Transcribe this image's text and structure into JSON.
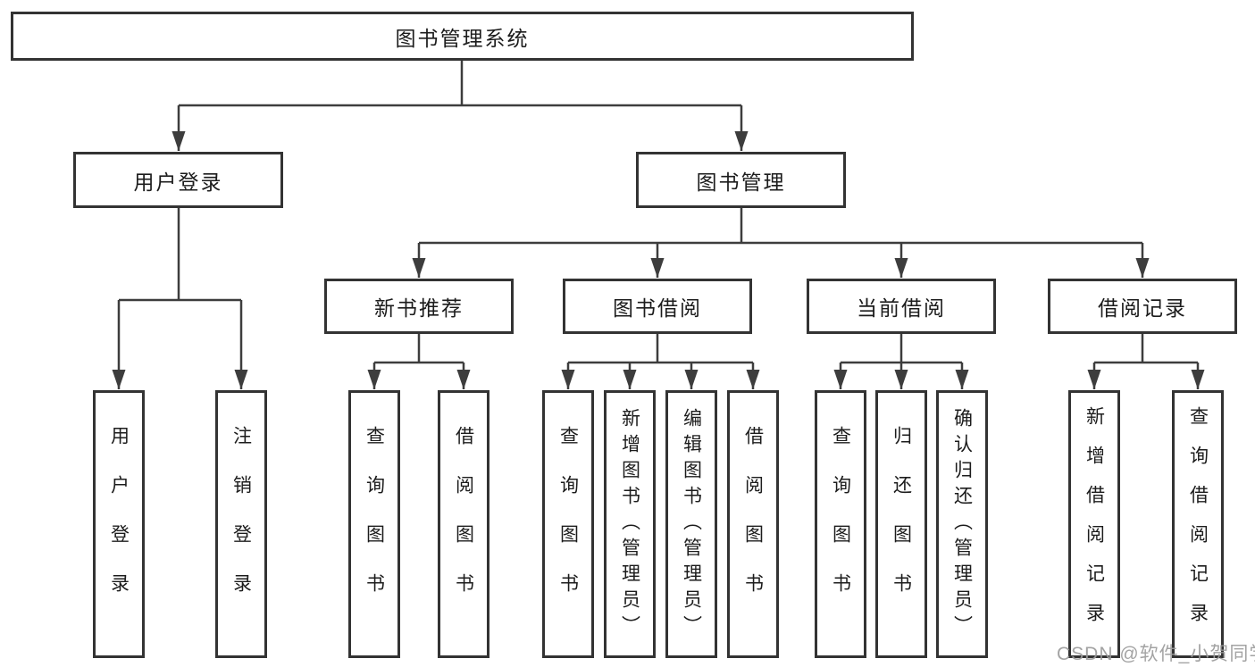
{
  "diagram": {
    "root": {
      "label": "图书管理系统"
    },
    "branches": [
      {
        "label": "用户登录",
        "children": [
          {
            "label": "用户登录"
          },
          {
            "label": "注销登录"
          }
        ]
      },
      {
        "label": "图书管理",
        "children": [
          {
            "label": "新书推荐",
            "children": [
              {
                "label": "查询图书"
              },
              {
                "label": "借阅图书"
              }
            ]
          },
          {
            "label": "图书借阅",
            "children": [
              {
                "label": "查询图书"
              },
              {
                "label": "新增图书（管理员）"
              },
              {
                "label": "编辑图书（管理员）"
              },
              {
                "label": "借阅图书"
              }
            ]
          },
          {
            "label": "当前借阅",
            "children": [
              {
                "label": "查询图书"
              },
              {
                "label": "归还图书"
              },
              {
                "label": "确认归还（管理员）"
              }
            ]
          },
          {
            "label": "借阅记录",
            "children": [
              {
                "label": "新增借阅记录"
              },
              {
                "label": "查询借阅记录"
              }
            ]
          }
        ]
      }
    ],
    "line_color": "#3d3d3d",
    "border_color": "#333333",
    "background_color": "#ffffff"
  },
  "watermark": {
    "text": "CSDN @软件_小贺同学"
  }
}
